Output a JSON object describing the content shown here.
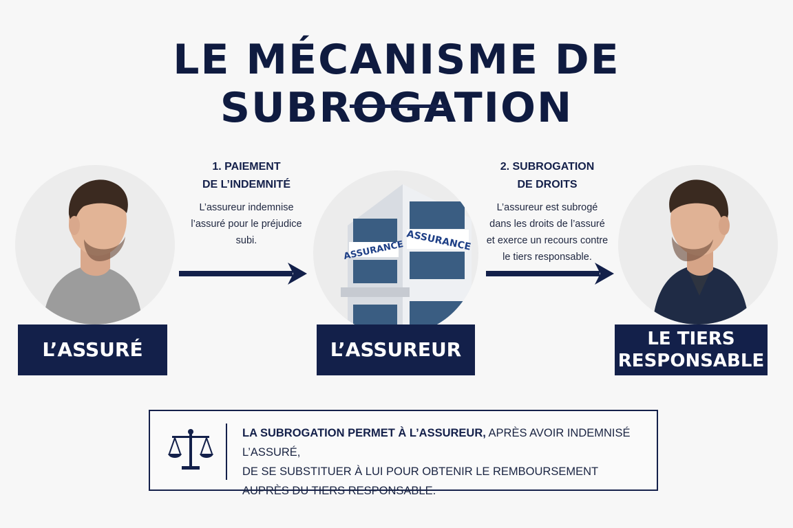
{
  "title": "LE MÉCANISME DE SUBROGATION",
  "nodes": {
    "insured": {
      "label": "L’ASSURÉ"
    },
    "insurer": {
      "label": "L’ASSUREUR",
      "building_sign_left": "ASSURANCE",
      "building_sign_right": "ASSURANCE"
    },
    "third_party": {
      "label_line1": "LE TIERS",
      "label_line2": "RESPONSABLE"
    }
  },
  "steps": [
    {
      "title_line1": "1. PAIEMENT",
      "title_line2": "DE L’INDEMNITÉ",
      "desc_line1": "L’assureur indemnise",
      "desc_line2": "l’assuré pour le préjudice",
      "desc_line3": "subi."
    },
    {
      "title_line1": "2. SUBROGATION",
      "title_line2": "DE DROITS",
      "desc_line1": "L’assureur est subrogé",
      "desc_line2": "dans les droits de l’assuré",
      "desc_line3": "et exerce un recours contre",
      "desc_line4": "le tiers responsable."
    }
  ],
  "summary": {
    "bold": "LA SUBROGATION PERMET À L’ASSUREUR,",
    "line1_rest": " APRÈS AVOIR INDEMNISÉ L’ASSURÉ,",
    "line2": "DE SE SUBSTITUER À LUI POUR OBTENIR LE REMBOURSEMENT",
    "line3": "AUPRÈS DU TIERS RESPONSABLE."
  },
  "colors": {
    "navy": "#13204a",
    "background": "#f7f7f7"
  }
}
